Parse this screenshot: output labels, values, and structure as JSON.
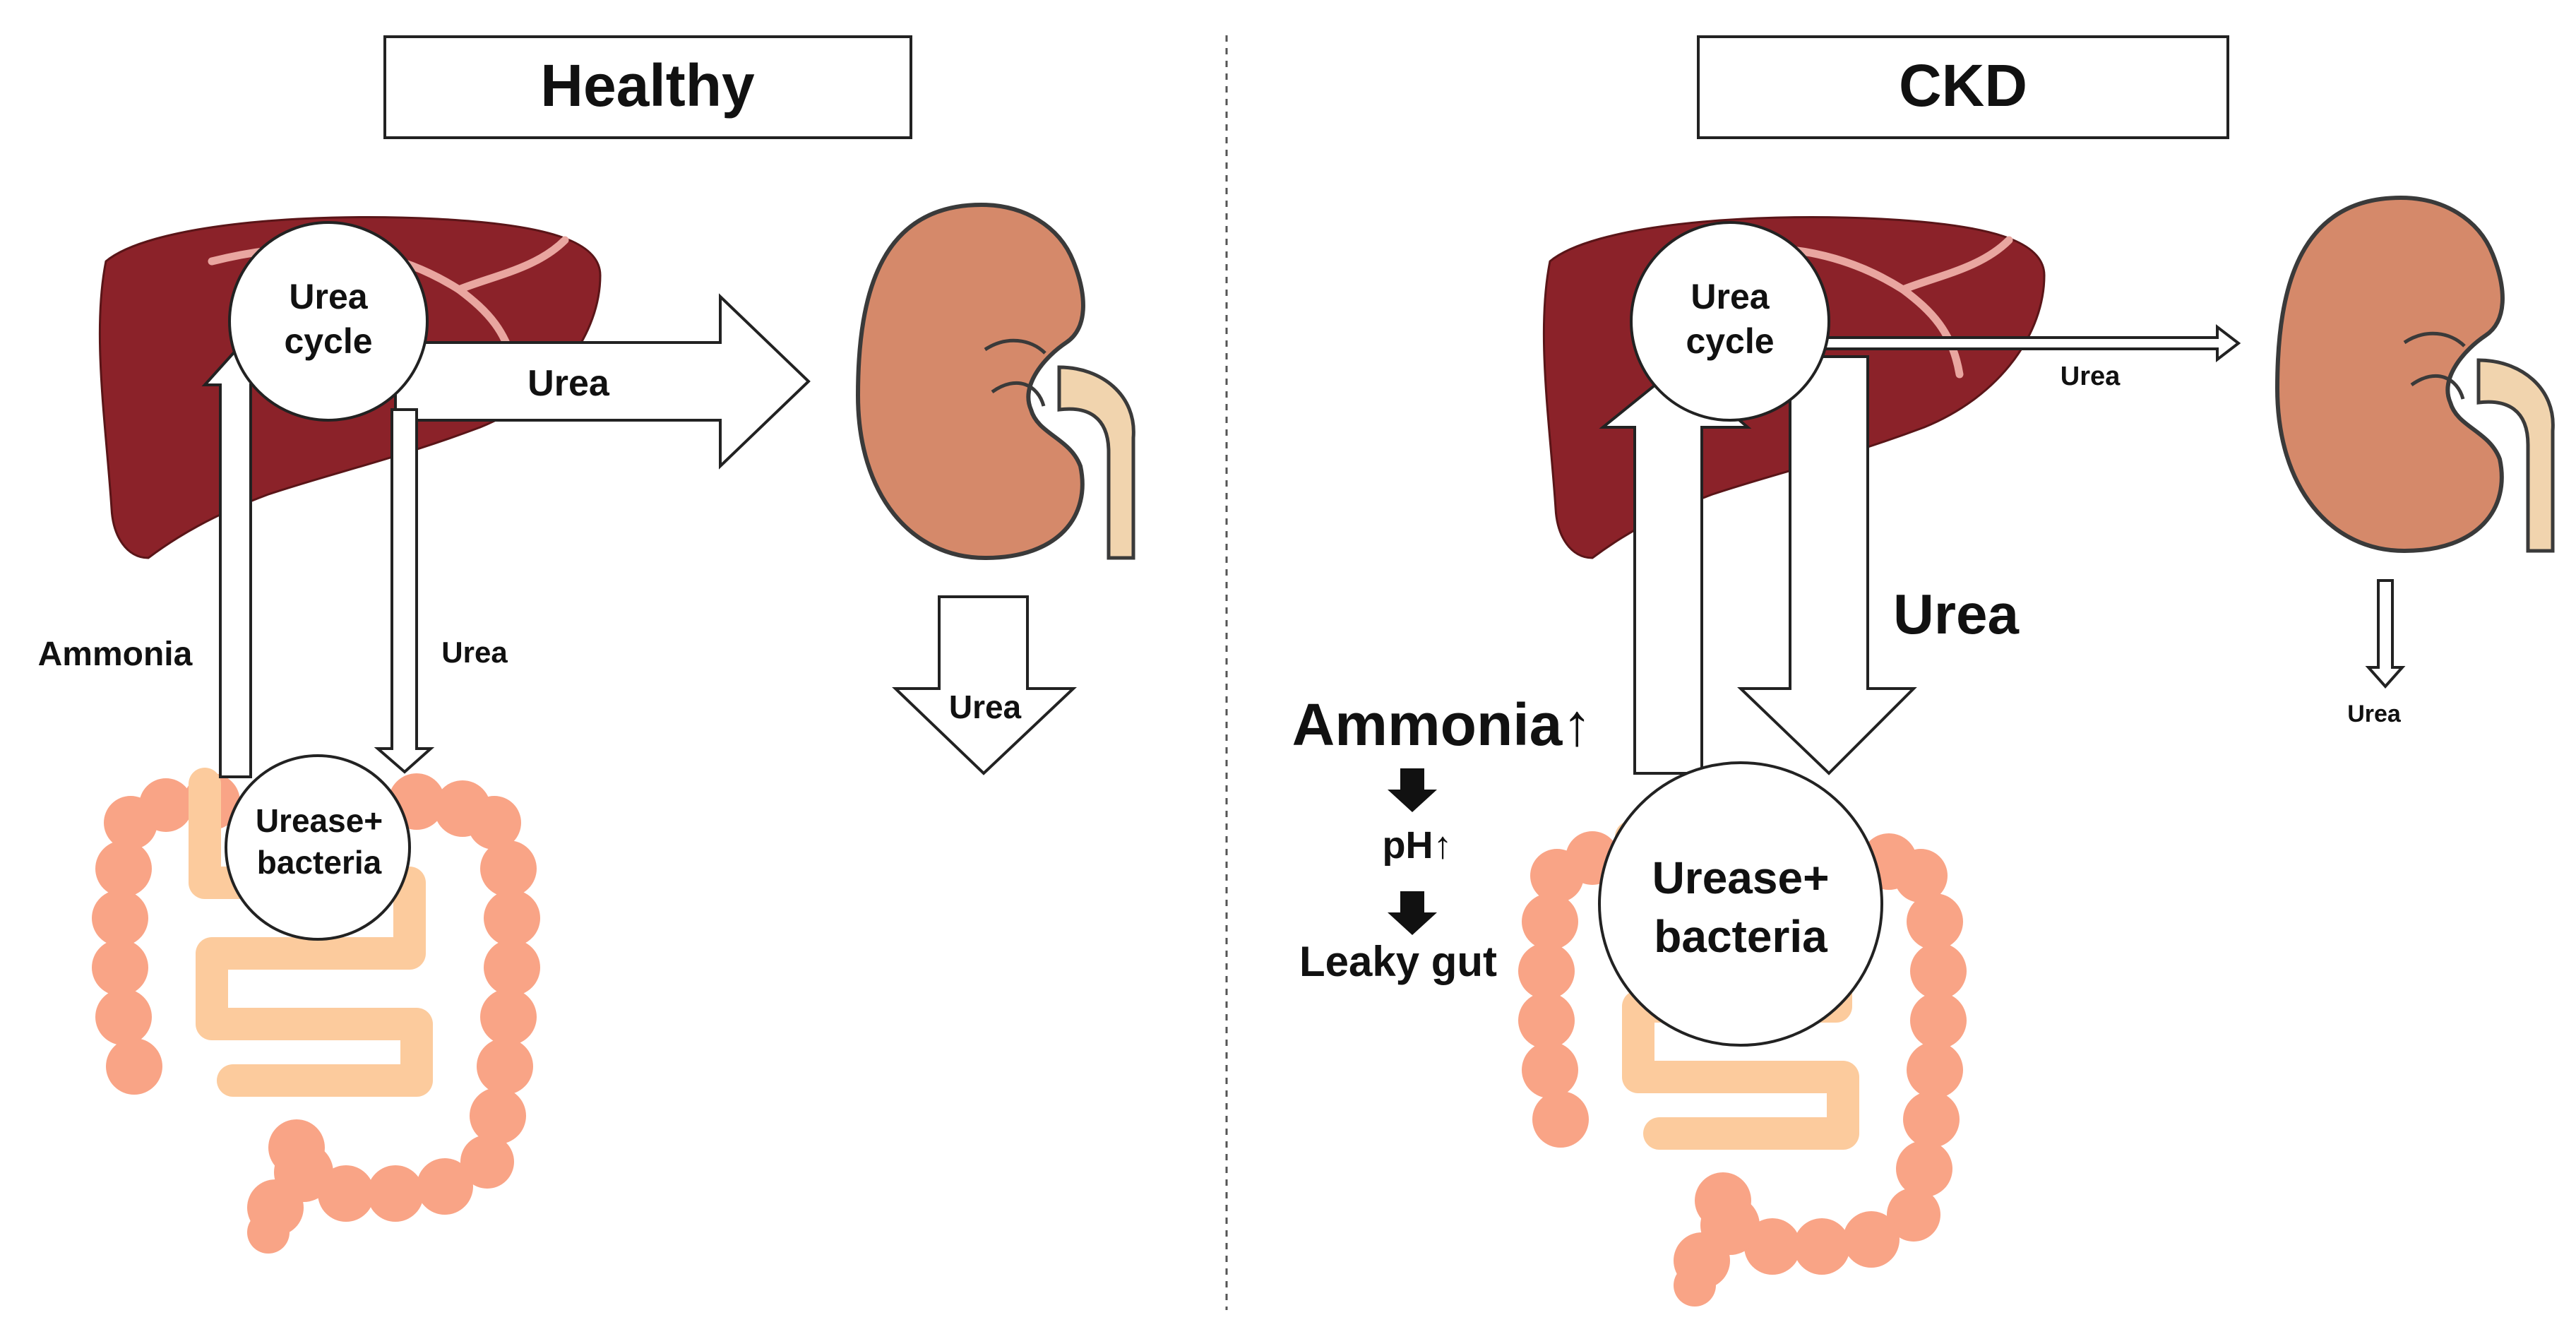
{
  "colors": {
    "liver": "#8b2229",
    "liver_vessel": "#e9a6a0",
    "kidney": "#d5896a",
    "ureter": "#f1d4ae",
    "colon": "#f9a486",
    "small_intestine": "#fccb9d",
    "outline": "#3a3a3a"
  },
  "panels": {
    "healthy": {
      "title": "Healthy",
      "urea_cycle": [
        "Urea",
        "cycle"
      ],
      "bacteria": [
        "Urease+",
        "bacteria"
      ],
      "ammonia": "Ammonia",
      "urea_to_gut": "Urea",
      "urea_to_kidney": "Urea",
      "urea_excreted": "Urea"
    },
    "ckd": {
      "title": "CKD",
      "urea_cycle": [
        "Urea",
        "cycle"
      ],
      "bacteria": [
        "Urease+",
        "bacteria"
      ],
      "ammonia": "Ammonia↑",
      "urea_to_gut": "Urea",
      "urea_to_kidney": "Urea",
      "urea_excreted": "Urea",
      "ph": "pH↑",
      "leaky_gut": "Leaky gut"
    }
  }
}
